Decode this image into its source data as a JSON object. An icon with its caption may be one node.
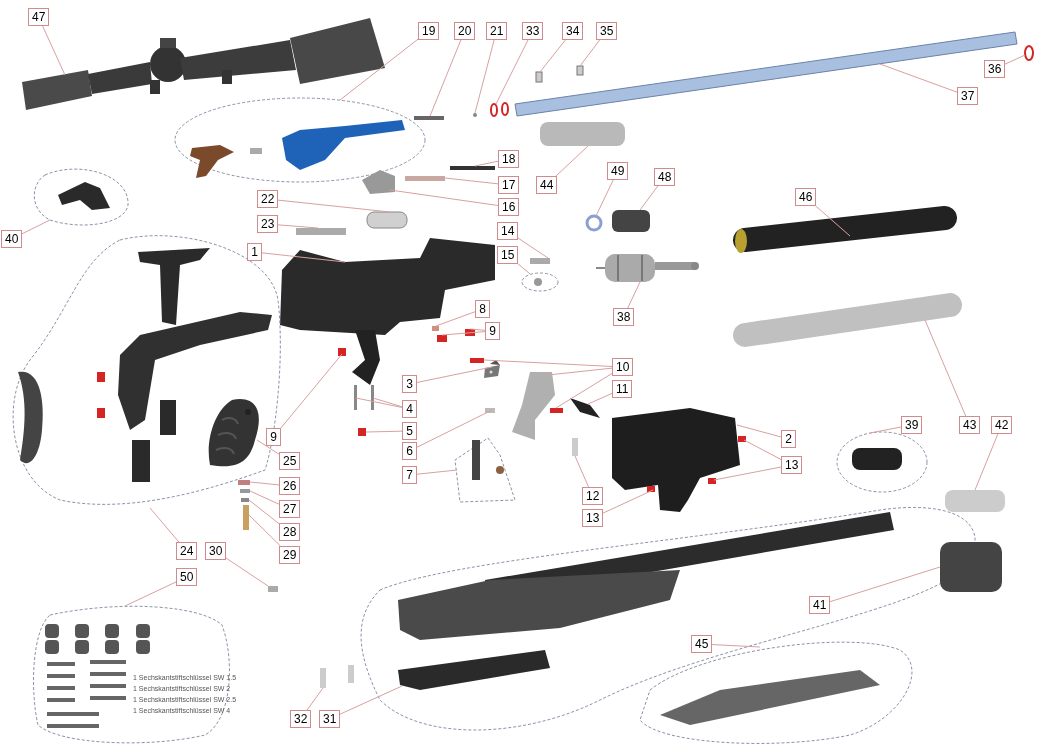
{
  "diagram": {
    "nodes": [
      {
        "text": [
          "47"
        ]
      },
      {
        "text": [
          "19"
        ]
      },
      {
        "text": [
          "20"
        ]
      },
      {
        "text": [
          "21"
        ]
      },
      {
        "text": [
          "33"
        ]
      },
      {
        "text": [
          "34"
        ]
      },
      {
        "text": [
          "35"
        ]
      },
      {
        "text": [
          "36"
        ]
      },
      {
        "text": [
          "37"
        ]
      },
      {
        "text": [
          "18"
        ]
      },
      {
        "text": [
          "49"
        ]
      },
      {
        "text": [
          "48"
        ]
      },
      {
        "text": [
          "17"
        ]
      },
      {
        "text": [
          "44"
        ]
      },
      {
        "text": [
          "46"
        ]
      },
      {
        "text": [
          "22"
        ]
      },
      {
        "text": [
          "16"
        ]
      },
      {
        "text": [
          "23"
        ]
      },
      {
        "text": [
          "14"
        ]
      },
      {
        "text": [
          "40"
        ]
      },
      {
        "text": [
          "1"
        ]
      },
      {
        "text": [
          "15"
        ]
      },
      {
        "text": [
          "8"
        ]
      },
      {
        "text": [
          "38"
        ]
      },
      {
        "text": [
          "9"
        ]
      },
      {
        "text": [
          "10"
        ]
      },
      {
        "text": [
          "3"
        ]
      },
      {
        "text": [
          "11"
        ]
      },
      {
        "text": [
          "4"
        ]
      },
      {
        "text": [
          "39"
        ]
      },
      {
        "text": [
          "43"
        ]
      },
      {
        "text": [
          "42"
        ]
      },
      {
        "text": [
          "5"
        ]
      },
      {
        "text": [
          "9"
        ]
      },
      {
        "text": [
          "2"
        ]
      },
      {
        "text": [
          "6"
        ]
      },
      {
        "text": [
          "25"
        ]
      },
      {
        "text": [
          "13"
        ]
      },
      {
        "text": [
          "7"
        ]
      },
      {
        "text": [
          "26"
        ]
      },
      {
        "text": [
          "12"
        ]
      },
      {
        "text": [
          "27"
        ]
      },
      {
        "text": [
          "13"
        ]
      },
      {
        "text": [
          "28"
        ]
      },
      {
        "text": [
          "24"
        ]
      },
      {
        "text": [
          "30"
        ]
      },
      {
        "text": [
          "29"
        ]
      },
      {
        "text": [
          "50"
        ]
      },
      {
        "text": [
          "41"
        ]
      },
      {
        "text": [
          "45"
        ]
      },
      {
        "text": [
          "32"
        ]
      },
      {
        "text": [
          "31"
        ]
      },
      {
        "text": [],
        "shape": "picture"
      },
      {
        "text": [],
        "shape": "picture"
      },
      {
        "text": [],
        "shape": "box"
      },
      {
        "text": [],
        "shape": "circle"
      },
      {
        "text": [],
        "shape": "picture"
      },
      {
        "text": [],
        "shape": "box"
      },
      {
        "text": [],
        "shape": "box"
      },
      {
        "text": [],
        "shape": "circle"
      },
      {
        "text": [],
        "shape": "picture"
      },
      {
        "text": [],
        "shape": "box"
      },
      {
        "text": [],
        "shape": "circle"
      },
      {
        "text": [],
        "shape": "box"
      },
      {
        "text": [],
        "shape": "box"
      },
      {
        "text": [],
        "shape": "box"
      },
      {
        "text": [],
        "shape": "picture"
      },
      {
        "text": [],
        "shape": "box"
      },
      {
        "text": [],
        "shape": "picture"
      },
      {
        "text": [],
        "shape": "box"
      },
      {
        "text": [],
        "shape": "box"
      },
      {
        "text": [],
        "shape": "picture"
      },
      {
        "text": [],
        "shape": "picture"
      },
      {
        "text": [],
        "shape": "picture"
      },
      {
        "text": [],
        "shape": "box"
      },
      {
        "text": [],
        "shape": "picture"
      },
      {
        "text": [],
        "shape": "box"
      },
      {
        "text": [],
        "shape": "box"
      },
      {
        "text": [],
        "shape": "box"
      },
      {
        "text": [],
        "shape": "picture"
      },
      {
        "text": [],
        "shape": "box"
      },
      {
        "text": [],
        "shape": "picture"
      },
      {
        "text": [],
        "shape": "picture"
      },
      {
        "text": [],
        "shape": "box"
      },
      {
        "text": [],
        "shape": "box"
      },
      {
        "text": [],
        "shape": "picture"
      },
      {
        "text": [],
        "shape": "picture"
      },
      {
        "text": [],
        "shape": "box"
      },
      {
        "text": [],
        "shape": "box"
      },
      {
        "text": [],
        "shape": "box"
      },
      {
        "text": [],
        "shape": "picture"
      },
      {
        "text": [],
        "shape": "box"
      },
      {
        "text": [],
        "shape": "picture",
        "in": 101
      },
      {
        "text": [],
        "shape": "box"
      },
      {
        "text": [],
        "shape": "box"
      },
      {
        "text": [],
        "shape": "picture"
      },
      {
        "text": [],
        "shape": "box"
      },
      {
        "text": [],
        "shape": "box"
      },
      {
        "text": [],
        "shape": "box"
      },
      {
        "text": [],
        "shape": "box"
      },
      {
        "text": [],
        "shape": "box"
      },
      {
        "text": [],
        "shape": "picture"
      },
      {
        "text": [],
        "shape": "box"
      },
      {
        "text": [],
        "shape": "box"
      },
      {
        "text": [],
        "shape": "picture"
      },
      {
        "text": [],
        "shape": "box"
      },
      {
        "text": [],
        "shape": "picture"
      },
      {
        "text": [],
        "shape": "box"
      },
      {
        "text": [],
        "shape": "picture"
      }
    ],
    "edges": [
      {
        "from": 0,
        "to": 52,
        "arrow": "none"
      },
      {
        "from": 1,
        "to": 53,
        "arrow": "none"
      },
      {
        "from": 2,
        "to": 54,
        "arrow": "none"
      },
      {
        "from": 3,
        "to": 55,
        "arrow": "none"
      },
      {
        "from": 4,
        "to": 56,
        "arrow": "none"
      },
      {
        "from": 5,
        "to": 57,
        "arrow": "none"
      },
      {
        "from": 6,
        "to": 58,
        "arrow": "none"
      },
      {
        "from": 7,
        "to": 59,
        "arrow": "none"
      },
      {
        "from": 8,
        "to": 60,
        "arrow": "none"
      },
      {
        "from": 9,
        "to": 61,
        "arrow": "none"
      },
      {
        "from": 10,
        "to": 62,
        "arrow": "none"
      },
      {
        "from": 11,
        "to": 63,
        "arrow": "none"
      },
      {
        "from": 12,
        "to": 64,
        "arrow": "none"
      },
      {
        "from": 13,
        "to": 65,
        "arrow": "none"
      },
      {
        "from": 14,
        "to": 66,
        "arrow": "none"
      },
      {
        "from": 15,
        "to": 67,
        "arrow": "none"
      },
      {
        "from": 16,
        "to": 68,
        "arrow": "none"
      },
      {
        "from": 17,
        "to": 69,
        "arrow": "none"
      },
      {
        "from": 18,
        "to": 70,
        "arrow": "none"
      },
      {
        "from": 19,
        "to": 71,
        "arrow": "none"
      },
      {
        "from": 20,
        "to": 72,
        "arrow": "none"
      },
      {
        "from": 21,
        "to": 73,
        "arrow": "none"
      },
      {
        "from": 22,
        "to": 74,
        "arrow": "none"
      },
      {
        "from": 23,
        "to": 75,
        "arrow": "none"
      },
      {
        "from": 24,
        "to": 76,
        "arrow": "none"
      },
      {
        "from": 24,
        "to": 77,
        "arrow": "none"
      },
      {
        "from": 25,
        "to": 78,
        "arrow": "none"
      },
      {
        "from": 25,
        "to": 79,
        "arrow": "none"
      },
      {
        "from": 25,
        "to": 80,
        "arrow": "none"
      },
      {
        "from": 26,
        "to": 81,
        "arrow": "none"
      },
      {
        "from": 27,
        "to": 82,
        "arrow": "none"
      },
      {
        "from": 28,
        "to": 83,
        "arrow": "none"
      },
      {
        "from": 28,
        "to": 84,
        "arrow": "none"
      },
      {
        "from": 29,
        "to": 85,
        "arrow": "none"
      },
      {
        "from": 30,
        "to": 86,
        "arrow": "none"
      },
      {
        "from": 31,
        "to": 87,
        "arrow": "none"
      },
      {
        "from": 32,
        "to": 88,
        "arrow": "none"
      },
      {
        "from": 33,
        "to": 89,
        "arrow": "none"
      },
      {
        "from": 34,
        "to": 90,
        "arrow": "none"
      },
      {
        "from": 35,
        "to": 91,
        "arrow": "none"
      },
      {
        "from": 36,
        "to": 92,
        "arrow": "none"
      },
      {
        "from": 37,
        "to": 93,
        "arrow": "none"
      },
      {
        "from": 37,
        "to": 94,
        "arrow": "none"
      },
      {
        "from": 38,
        "to": 95,
        "arrow": "none"
      },
      {
        "from": 39,
        "to": 96,
        "arrow": "none"
      },
      {
        "from": 40,
        "to": 97,
        "arrow": "none"
      },
      {
        "from": 41,
        "to": 98,
        "arrow": "none"
      },
      {
        "from": 42,
        "to": 99,
        "arrow": "none"
      },
      {
        "from": 43,
        "to": 100,
        "arrow": "none"
      },
      {
        "from": 44,
        "to": 101,
        "arrow": "none"
      },
      {
        "from": 45,
        "to": 102,
        "arrow": "none"
      },
      {
        "from": 46,
        "to": 103,
        "arrow": "none"
      },
      {
        "from": 47,
        "to": 104,
        "arrow": "none"
      },
      {
        "from": 48,
        "to": 105,
        "arrow": "none"
      },
      {
        "from": 49,
        "to": 106,
        "arrow": "none"
      },
      {
        "from": 50,
        "to": 107,
        "arrow": "none"
      },
      {
        "from": 51,
        "to": 108,
        "arrow": "none"
      }
    ],
    "labels": [
      "1 Sechskantstiftschlüssel SW 1.5",
      "1 Sechskantstiftschlüssel SW 2",
      "1 Sechskantstiftschlüssel SW 2.5",
      "1 Sechskantstiftschlüssel SW 4"
    ]
  }
}
